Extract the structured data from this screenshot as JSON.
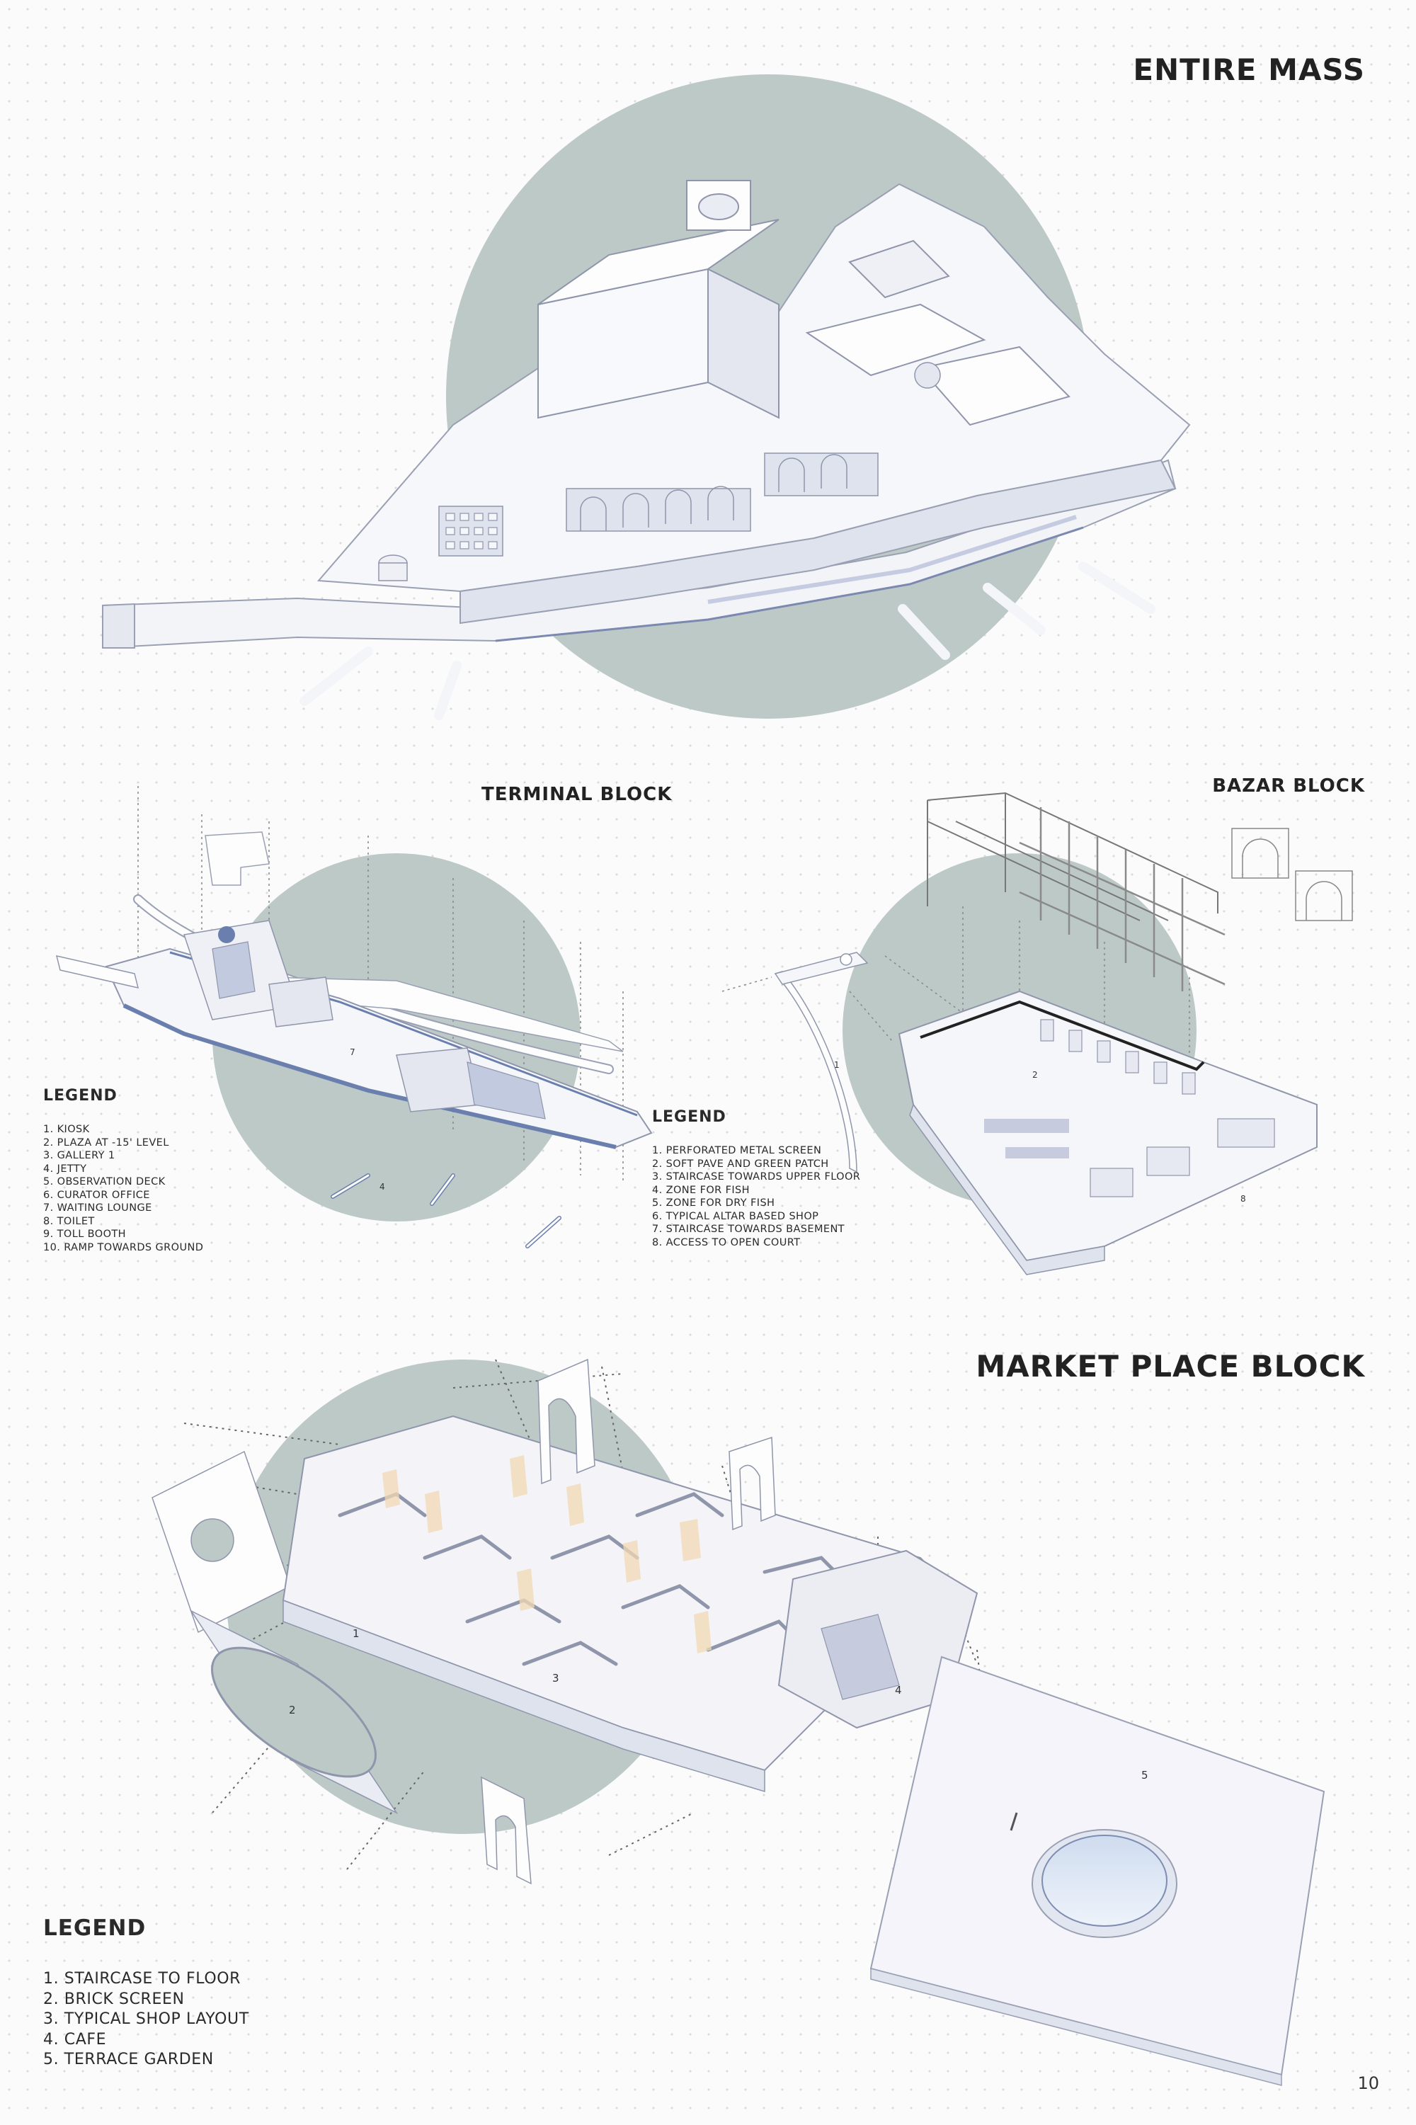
{
  "titles": {
    "entire_mass": "ENTIRE MASS",
    "terminal_block": "TERMINAL BLOCK",
    "bazar_block": "BAZAR BLOCK",
    "market_place_block": "MARKET PLACE BLOCK"
  },
  "terminal_legend": {
    "heading": "LEGEND",
    "items": [
      "1. KIOSK",
      "2. PLAZA AT -15' LEVEL",
      "3. GALLERY 1",
      "4. JETTY",
      "5. OBSERVATION DECK",
      "6. CURATOR OFFICE",
      "7. WAITING LOUNGE",
      "8. TOILET",
      "9. TOLL BOOTH",
      "10. RAMP TOWARDS GROUND"
    ]
  },
  "bazar_legend": {
    "heading": "LEGEND",
    "items": [
      "1. PERFORATED METAL SCREEN",
      "2. SOFT PAVE AND GREEN PATCH",
      "3. STAIRCASE TOWARDS UPPER FLOOR",
      "4. ZONE FOR FISH",
      "5. ZONE FOR DRY FISH",
      "6. TYPICAL ALTAR BASED SHOP",
      "7. STAIRCASE TOWARDS BASEMENT",
      "8. ACCESS TO OPEN COURT"
    ]
  },
  "market_legend": {
    "heading": "LEGEND",
    "items": [
      "1. STAIRCASE TO FLOOR",
      "2. BRICK SCREEN",
      "3. TYPICAL SHOP LAYOUT",
      "4. CAFE",
      "5. TERRACE GARDEN"
    ]
  },
  "drawing_labels": {
    "terminal": [
      "7",
      "4"
    ],
    "bazar": [
      "1",
      "2",
      "8"
    ],
    "market": [
      "1",
      "2",
      "3",
      "4",
      "5"
    ]
  },
  "page_number": "10",
  "colors": {
    "circle": "#bcc9c7",
    "model": "#f6f7fb",
    "model_edge": "#8f96ab",
    "shadow": "#b3bdd6",
    "accent_blue": "#6a7fae",
    "warm": "#f2d9b4",
    "water": "#dbe7f4"
  }
}
